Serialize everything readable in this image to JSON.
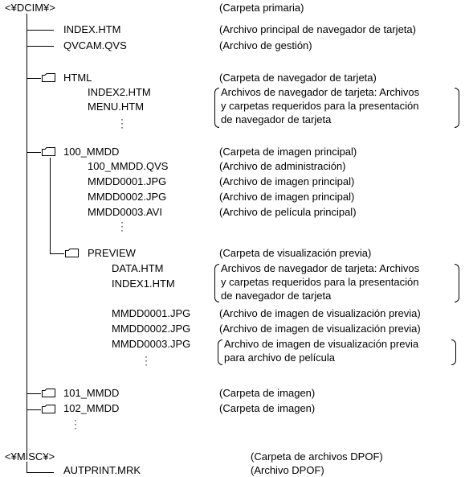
{
  "dcim": {
    "root": "<¥DCIM¥>",
    "root_desc": "(Carpeta primaria)",
    "index_htm": "INDEX.HTM",
    "index_htm_desc": "(Archivo principal de navegador de tarjeta)",
    "qvcam": "QVCAM.QVS",
    "qvcam_desc": "(Archivo de gestión)",
    "html_folder": "HTML",
    "html_folder_desc": "(Carpeta de navegador de tarjeta)",
    "index2": "INDEX2.HTM",
    "menu": "MENU.HTM",
    "html_files_desc": [
      "Archivos de navegador de tarjeta: Archivos",
      "y carpetas requeridos para la presentación",
      "de navegador de tarjeta"
    ],
    "folder_100": "100_MMDD",
    "folder_100_desc": "(Carpeta de imagen principal)",
    "qvs_100": "100_MMDD.QVS",
    "qvs_100_desc": "(Archivo de administración)",
    "jpg1": "MMDD0001.JPG",
    "jpg1_desc": "(Archivo de imagen principal)",
    "jpg2": "MMDD0002.JPG",
    "jpg2_desc": "(Archivo de imagen principal)",
    "avi3": "MMDD0003.AVI",
    "avi3_desc": "(Archivo de película principal)",
    "preview": "PREVIEW",
    "preview_desc": "(Carpeta de visualización previa)",
    "data_htm": "DATA.HTM",
    "index1": "INDEX1.HTM",
    "preview_files_desc": [
      "Archivos de navegador de tarjeta: Archivos",
      "y carpetas requeridos para la presentación",
      "de navegador de tarjeta"
    ],
    "p_jpg1": "MMDD0001.JPG",
    "p_jpg1_desc": "(Archivo de imagen de visualización previa)",
    "p_jpg2": "MMDD0002.JPG",
    "p_jpg2_desc": "(Archivo de imagen de visualización previa)",
    "p_jpg3": "MMDD0003.JPG",
    "p_jpg3_desc": [
      "Archivo de imagen de visualización previa",
      "para archivo de película"
    ],
    "folder_101": "101_MMDD",
    "folder_101_desc": "(Carpeta de imagen)",
    "folder_102": "102_MMDD",
    "folder_102_desc": "(Carpeta de imagen)"
  },
  "misc": {
    "root": "<¥MISC¥>",
    "root_desc": "(Carpeta de archivos DPOF)",
    "autprint": "AUTPRINT.MRK",
    "autprint_desc": "(Archivo DPOF)"
  },
  "icons": {
    "folder": "folder-icon",
    "ellipsis": "vertical-ellipsis-icon"
  }
}
